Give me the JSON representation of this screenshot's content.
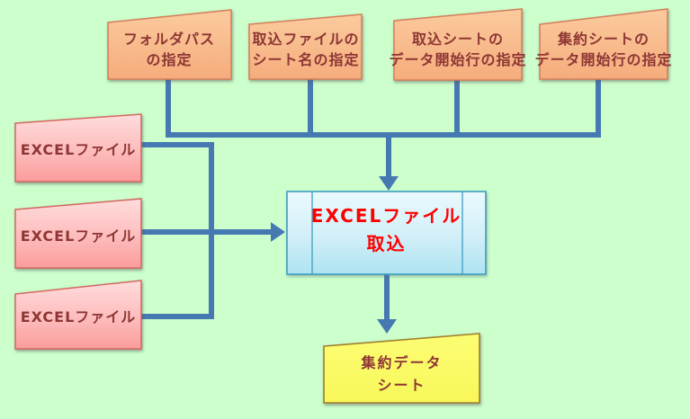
{
  "diagram": {
    "background_color": "#ccffcc",
    "connector_color": "#4678b2",
    "top_inputs": [
      {
        "line1": "フォルダパス",
        "line2": "の指定"
      },
      {
        "line1": "取込ファイルの",
        "line2": "シート名の指定"
      },
      {
        "line1": "取込シートの",
        "line2": "データ開始行の指定"
      },
      {
        "line1": "集約シートの",
        "line2": "データ開始行の指定"
      }
    ],
    "excel_files": [
      {
        "label": "EXCELファイル"
      },
      {
        "label": "EXCELファイル"
      },
      {
        "label": "EXCELファイル"
      }
    ],
    "process": {
      "line1": "EXCELファイル",
      "line2": "取込"
    },
    "output": {
      "line1": "集約データ",
      "line2": "シート"
    },
    "colors": {
      "input_card_fill_top": "#fbcb9e",
      "input_card_fill_bottom": "#f5ac7c",
      "input_card_border": "#d57e5a",
      "file_card_fill_top": "#ffdcdc",
      "file_card_fill_bottom": "#fb9c9c",
      "file_card_border": "#d4685f",
      "process_fill_top": "#eaf9fd",
      "process_fill_bottom": "#aee3f1",
      "process_border": "#3d9dc4",
      "process_text": "#ff0000",
      "output_fill": "#fafa64",
      "output_border": "#a17e2b",
      "card_text": "#8e3634"
    }
  }
}
